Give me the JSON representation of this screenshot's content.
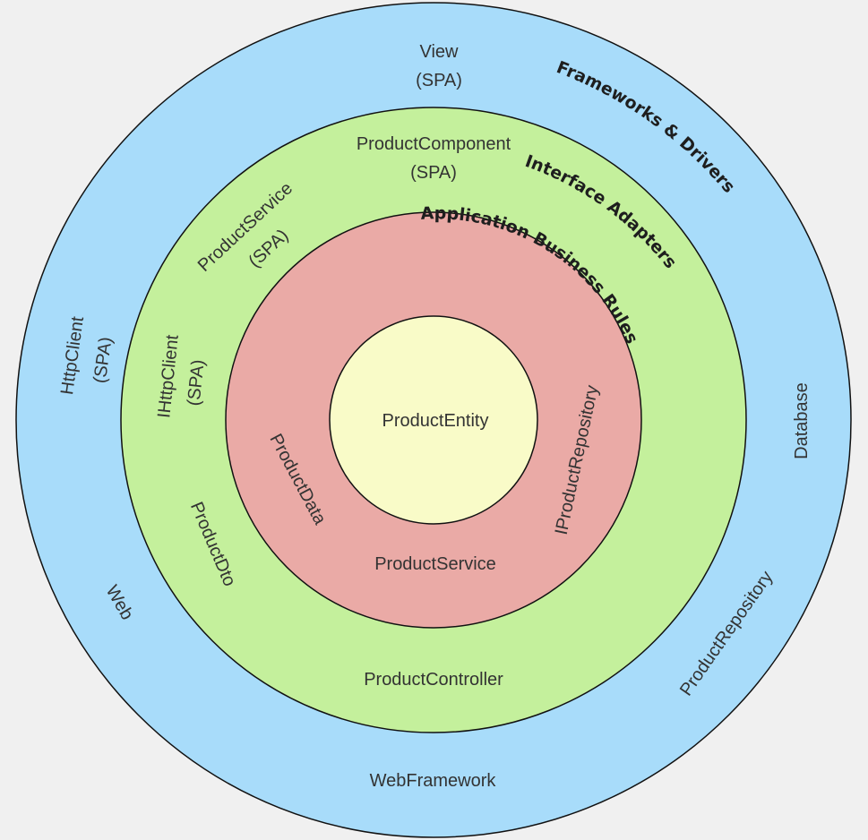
{
  "colors": {
    "background": "#f0f0f0",
    "frameworks_ring": "#a8dcfa",
    "adapters_ring": "#c4f09c",
    "business_ring": "#eaaaa6",
    "entity_core": "#f9fbc8",
    "stroke": "#111111",
    "text": "#333333"
  },
  "layers": {
    "frameworks": "Frameworks & Drivers",
    "adapters": "Interface Adapters",
    "business": "Application Business Rules"
  },
  "core": {
    "entity": "ProductEntity"
  },
  "business_items": {
    "product_data": "ProductData",
    "product_service": "ProductService",
    "iproduct_repository": "IProductRepository"
  },
  "adapter_items": {
    "product_component": {
      "name": "ProductComponent",
      "note": "(SPA)"
    },
    "product_service_spa": {
      "name": "ProductService",
      "note": "(SPA)"
    },
    "ihttpclient_spa": {
      "name": "IHttpClient",
      "note": "(SPA)"
    },
    "product_dto": "ProductDto",
    "product_controller": "ProductController"
  },
  "framework_items": {
    "view": {
      "name": "View",
      "note": "(SPA)"
    },
    "httpclient_spa": {
      "name": "HttpClient",
      "note": "(SPA)"
    },
    "web": "Web",
    "web_framework": "WebFramework",
    "database": "Database",
    "product_repository": "ProductRepository"
  }
}
